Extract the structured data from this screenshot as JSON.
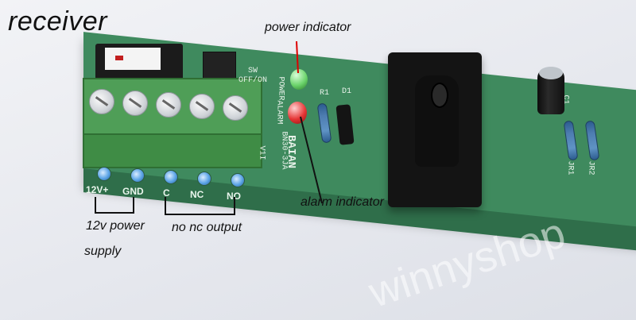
{
  "labels": {
    "receiver": "receiver",
    "power_indicator": "power indicator",
    "alarm_indicator": "alarm indicator",
    "power_12v": "12v power",
    "supply": "supply",
    "no_nc_output": "no nc output"
  },
  "terminals": {
    "pins": [
      "12V+",
      "GND",
      "C",
      "NC",
      "NO"
    ]
  },
  "pcb_silkscreen": {
    "sw": "SW",
    "off_on": "OFF/ON",
    "power": "POWER",
    "alarm": "ALARM",
    "brand": "BAIAN",
    "model": "BN30-3JA",
    "version": "V1I",
    "r1": "R1",
    "d1": "D1",
    "c1": "C1",
    "jr1": "JR1",
    "jr2": "JR2"
  },
  "watermark": "winnyshop"
}
